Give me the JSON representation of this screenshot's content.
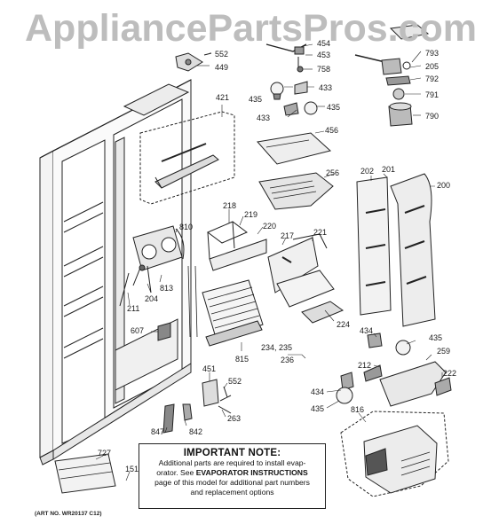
{
  "watermark": "AppliancePartsPros.com",
  "callouts": {
    "c552a": "552",
    "c449": "449",
    "c454": "454",
    "c453": "453",
    "c758": "758",
    "c433a": "433",
    "c435a": "435",
    "c433b": "433",
    "c435b": "435",
    "c793": "793",
    "c205": "205",
    "c792": "792",
    "c791": "791",
    "c790": "790",
    "c421": "421",
    "c456": "456",
    "c256": "256",
    "c202": "202",
    "c201": "201",
    "c200": "200",
    "c810": "810",
    "c218": "218",
    "c219": "219",
    "c220": "220",
    "c217": "217",
    "c221": "221",
    "c813": "813",
    "c204": "204",
    "c211": "211",
    "c607": "607",
    "c224": "224",
    "c815": "815",
    "c234": "234, 235",
    "c236": "236",
    "c434a": "434",
    "c435c": "435",
    "c259": "259",
    "c212": "212",
    "c222": "222",
    "c434b": "434",
    "c435d": "435",
    "c451": "451",
    "c552b": "552",
    "c263": "263",
    "c847": "847",
    "c842": "842",
    "c816": "816",
    "c727": "727",
    "c151": "151"
  },
  "note": {
    "title": "IMPORTANT NOTE:",
    "line1": "Additional parts are required to install evap-",
    "line2_pre": "orator.  See ",
    "line2_bold": "EVAPORATOR INSTRUCTIONS",
    "line3": "page of this model for additional part numbers",
    "line4": "and replacement options"
  },
  "art_number": "(ART NO. WR20137 C12)"
}
